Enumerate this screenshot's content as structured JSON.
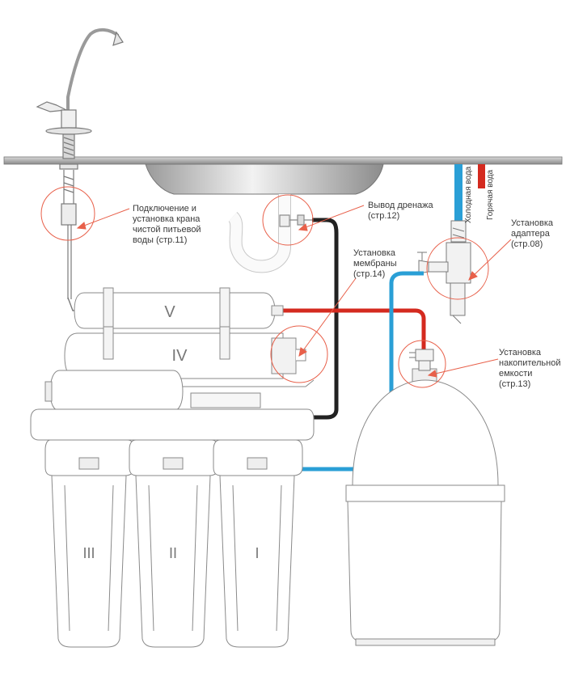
{
  "labels": {
    "faucet": "Подключение и\nустановка крана\nчистой питьевой\nводы (стр.11)",
    "drain": "Вывод дренажа\n(стр.12)",
    "membrane": "Установка\nмембраны\n(стр.14)",
    "adapter": "Установка\nадаптера\n(стр.08)",
    "tank": "Установка\nнакопительной\nемкости (стр.13)",
    "cold_water": "Холодная вода",
    "hot_water": "Горячая вода"
  },
  "stages": {
    "s1": "I",
    "s2": "II",
    "s3": "III",
    "s4": "IV",
    "s5": "V"
  },
  "colors": {
    "red_line": "#d42a1f",
    "blue_line": "#2a9fd6",
    "black_line": "#222222",
    "callout": "#e8604a",
    "outline": "#8a8a8a"
  }
}
